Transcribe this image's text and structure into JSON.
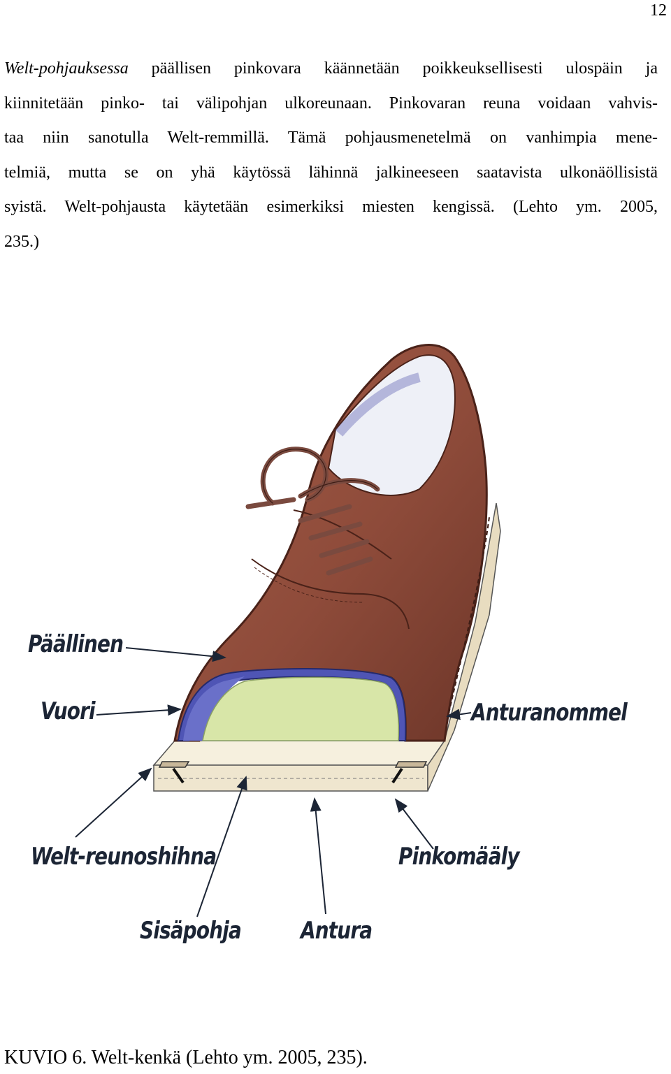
{
  "page": {
    "number": "12"
  },
  "paragraph": {
    "lines": [
      {
        "italic": "Welt-pohjauksessa",
        "text": " päällisen pinkovara käännetään poikkeuksellisesti ulospäin ja"
      },
      {
        "italic": "",
        "text": "kiinnitetään pinko- tai välipohjan ulkoreunaan. Pinkovaran reuna voidaan vahvis-"
      },
      {
        "italic": "",
        "text": "taa niin sanotulla Welt-remmillä. Tämä pohjausmenetelmä on vanhimpia mene-"
      },
      {
        "italic": "",
        "text": "telmiä, mutta se on yhä käytössä lähinnä jalkineeseen saatavista ulkonäöllisistä"
      },
      {
        "italic": "",
        "text": "syistä. Welt-pohjausta käytetään esimerkiksi miesten kengissä. (Lehto ym. 2005,"
      },
      {
        "italic": "",
        "text": "235.)"
      }
    ]
  },
  "figure": {
    "labels": {
      "paallinen": "Päällinen",
      "vuori": "Vuori",
      "anturanommel": "Anturanommel",
      "welt_reunoshihna": "Welt-reunoshihna",
      "pinkomaaly": "Pinkomääly",
      "sisapohja": "Sisäpohja",
      "antura": "Antura"
    },
    "colors": {
      "leather": "#8e4b3a",
      "leather_dark": "#5e2e24",
      "lining": "#4f55b5",
      "insole": "#d8e6a8",
      "sole": "#efe6cf"
    }
  },
  "caption": {
    "text": "KUVIO 6. Welt-kenkä (Lehto ym. 2005, 235)."
  }
}
